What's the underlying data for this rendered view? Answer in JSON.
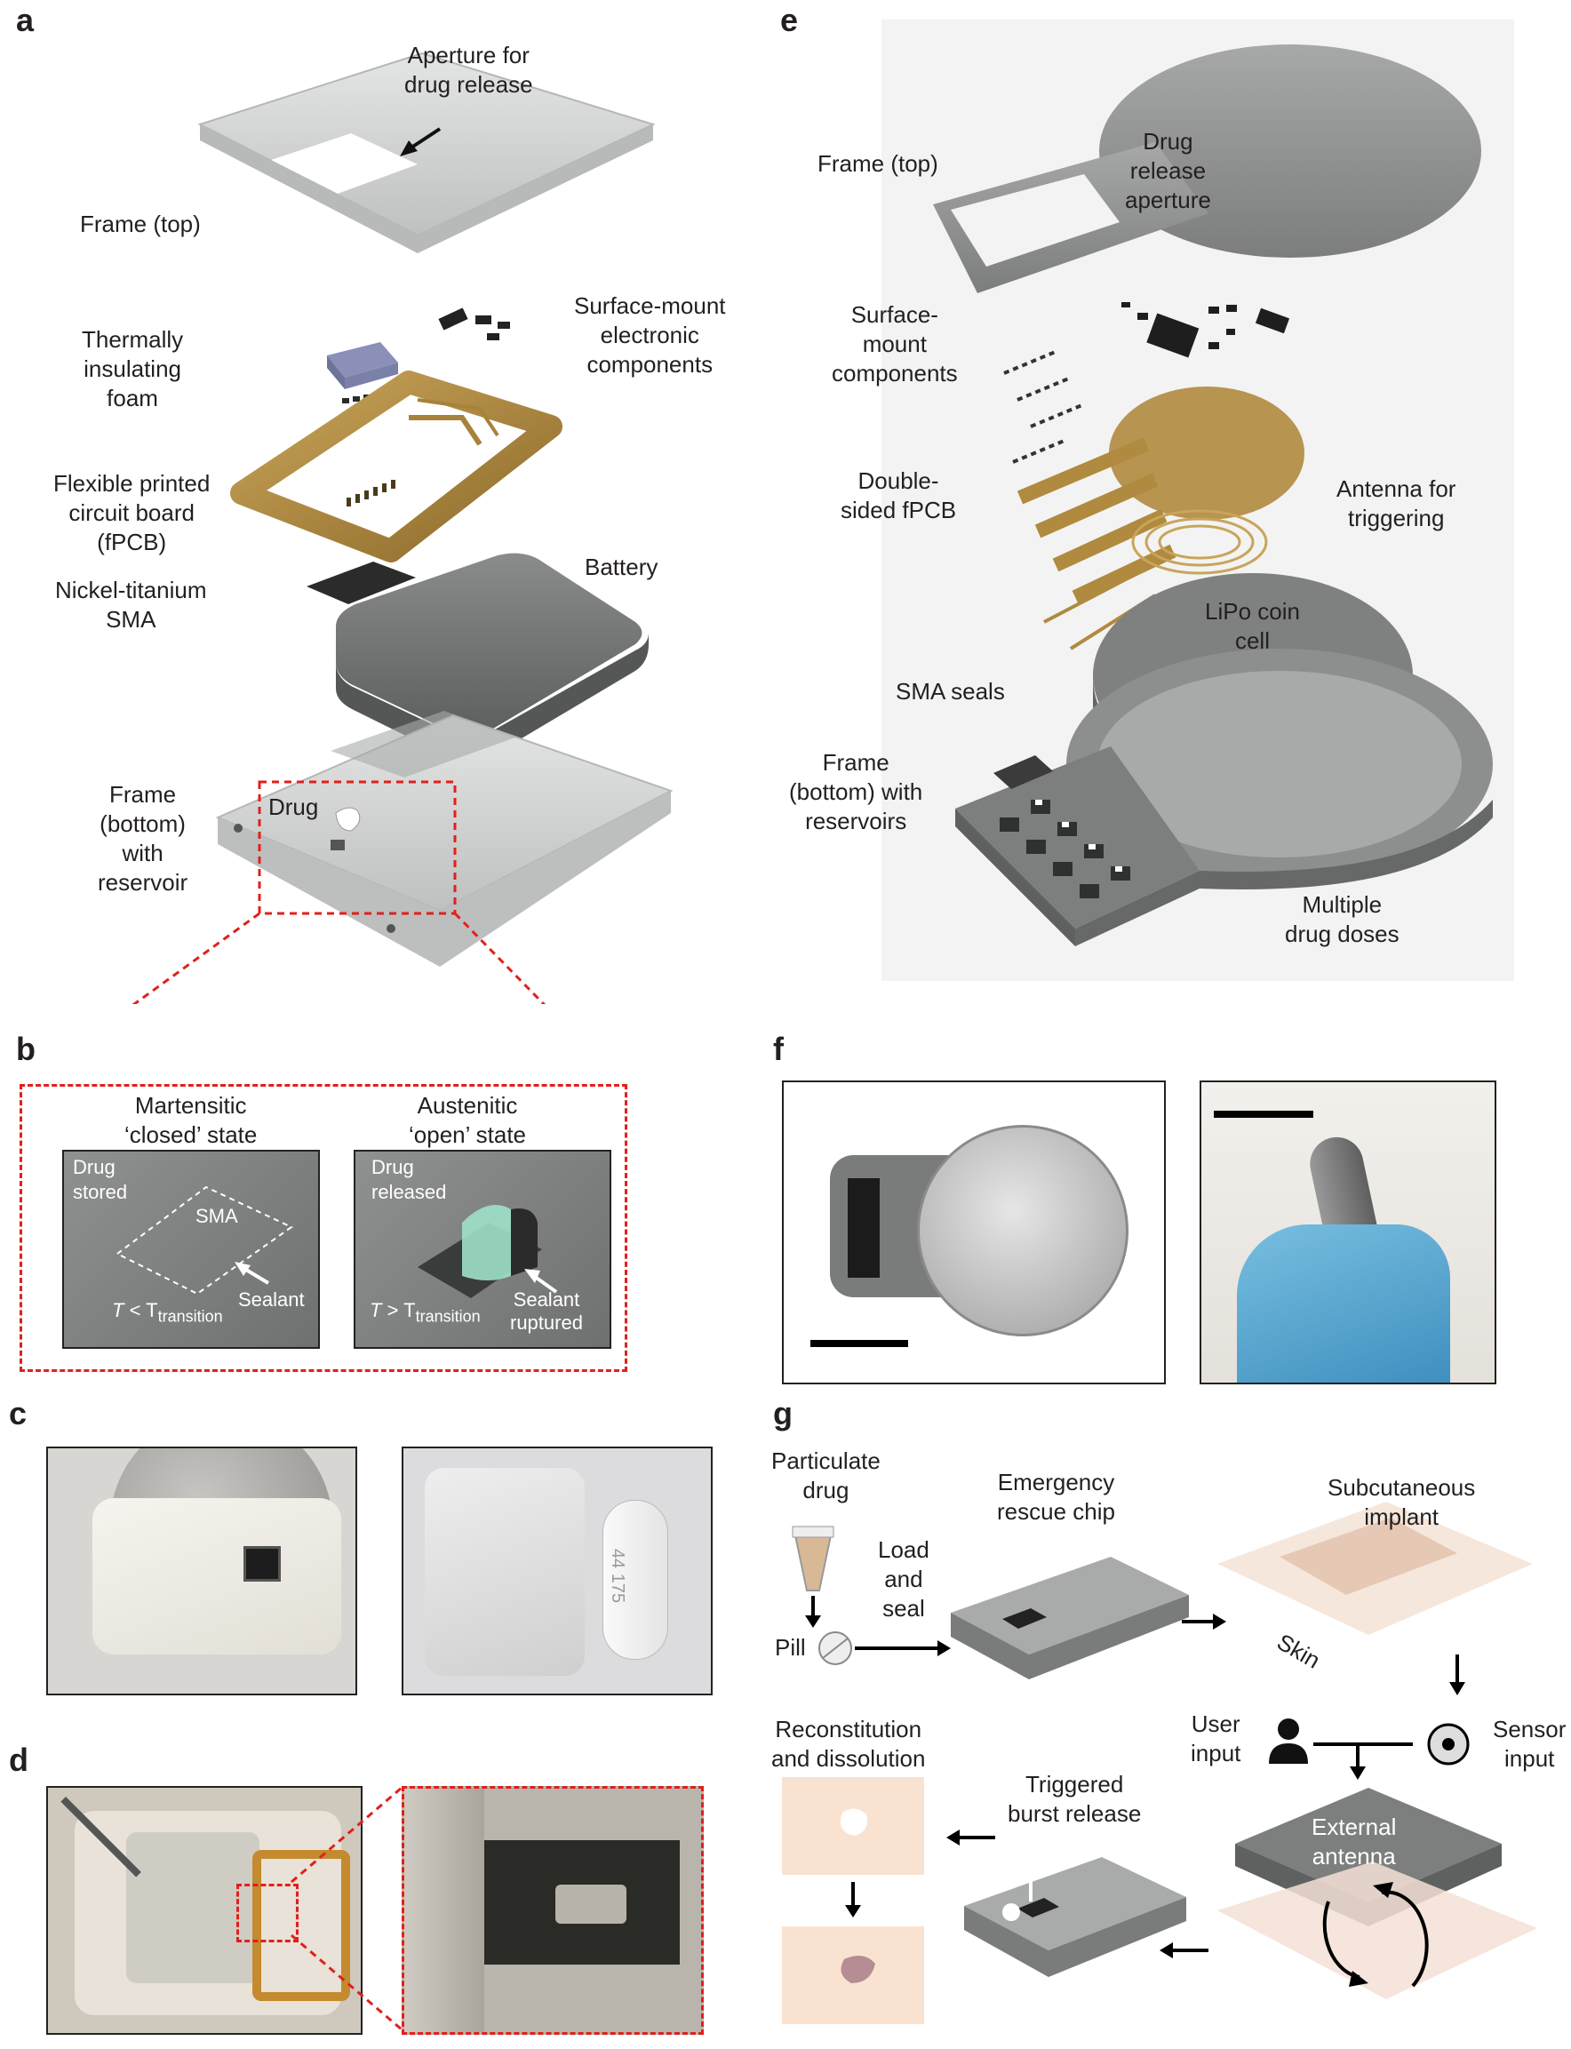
{
  "panels": {
    "a": "a",
    "b": "b",
    "c": "c",
    "d": "d",
    "e": "e",
    "f": "f",
    "g": "g"
  },
  "panel_a": {
    "aperture": "Aperture for\ndrug release",
    "frame_top": "Frame (top)",
    "foam": "Thermally\ninsulating\nfoam",
    "smd": "Surface-mount\nelectronic\ncomponents",
    "fpcb": "Flexible printed\ncircuit board\n(fPCB)",
    "nitinol": "Nickel-titanium\nSMA",
    "battery": "Battery",
    "frame_bottom": "Frame\n(bottom)\nwith\nreservoir",
    "drug": "Drug"
  },
  "panel_b": {
    "closed_title": "Martensitic\n‘closed’ state",
    "open_title": "Austenitic\n‘open’ state",
    "drug_stored": "Drug\nstored",
    "sma": "SMA",
    "sealant": "Sealant",
    "t_lt": "T",
    "lt": " < T",
    "transition": "transition",
    "drug_released": "Drug\nreleased",
    "sealant_ruptured": "Sealant\nruptured",
    "t_gt": "T",
    "gt": " > T"
  },
  "panel_c": {
    "pill_imprint": "44 175"
  },
  "panel_e": {
    "frame_top": "Frame (top)",
    "aperture": "Drug\nrelease\naperture",
    "smd": "Surface-\nmount\ncomponents",
    "fpcb": "Double-\nsided fPCB",
    "antenna": "Antenna for\ntriggering",
    "lipo": "LiPo coin\ncell",
    "sma_seals": "SMA seals",
    "frame_bottom": "Frame\n(bottom) with\nreservoirs",
    "doses": "Multiple\ndrug doses"
  },
  "panel_g": {
    "particulate": "Particulate\ndrug",
    "load_seal": "Load\nand\nseal",
    "pill": "Pill",
    "chip": "Emergency\nrescue chip",
    "implant": "Subcutaneous\nimplant",
    "skin": "Skin",
    "user_input": "User\ninput",
    "sensor_input": "Sensor\ninput",
    "external_antenna": "External\nantenna",
    "burst": "Triggered\nburst release",
    "reconstitution": "Reconstitution\nand dissolution"
  },
  "colors": {
    "dash_red": "#e0201c",
    "frame_gray": "#d7d8d8",
    "battery_gray": "#707271",
    "pcb_gold": "#b08a3e"
  }
}
